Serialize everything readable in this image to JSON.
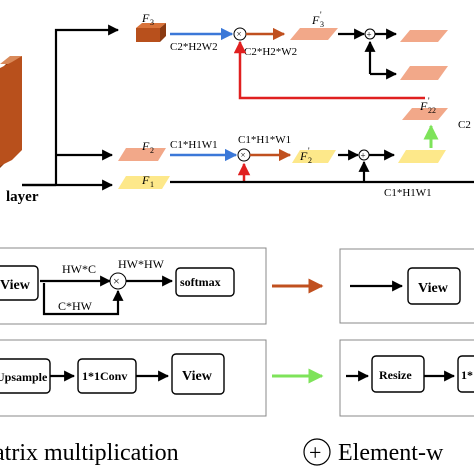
{
  "diagram": {
    "labels": {
      "layer": "layer",
      "f3": "F",
      "f3_sub": "3",
      "f3p": "F",
      "f3p_sub": "3",
      "f3p_prime": "'",
      "f2": "F",
      "f2_sub": "2",
      "f2p": "F",
      "f2p_sub": "2",
      "f2p_prime": "'",
      "f1": "F",
      "f1_sub": "1",
      "f22": "F",
      "f22_sub": "22",
      "f22_prime": "'",
      "c2_left": "C2*H2W2",
      "c2_right": "C2*H2*W2",
      "c1_left": "C1*H1W1",
      "c1_mid": "C1*H1*W1",
      "c1_bottom": "C1*H1W1",
      "c2_cut": "C2"
    },
    "legend": {
      "box1": {
        "view": "View",
        "hw_c": "HW*C",
        "hw_hw": "HW*HW",
        "c_hw": "C*HW",
        "softmax": "softmax",
        "mult": "×"
      },
      "box2": {
        "view": "View"
      },
      "box3": {
        "upsample": "Upsample",
        "conv": "1*1Conv",
        "view": "View"
      },
      "box4": {
        "resize": "Resize",
        "cut": "1*"
      },
      "bottom": {
        "matrix": "atrix multiplication",
        "plus": "+",
        "element": "Element-w"
      }
    },
    "colors": {
      "blue_arrow": "#3b78d8",
      "brown_arrow": "#c0501f",
      "red_arrow": "#e02020",
      "green_arrow": "#7ee35a",
      "salmon": "#f2a889",
      "yellow": "#fde88a",
      "layer_block": "#b8501c"
    }
  }
}
